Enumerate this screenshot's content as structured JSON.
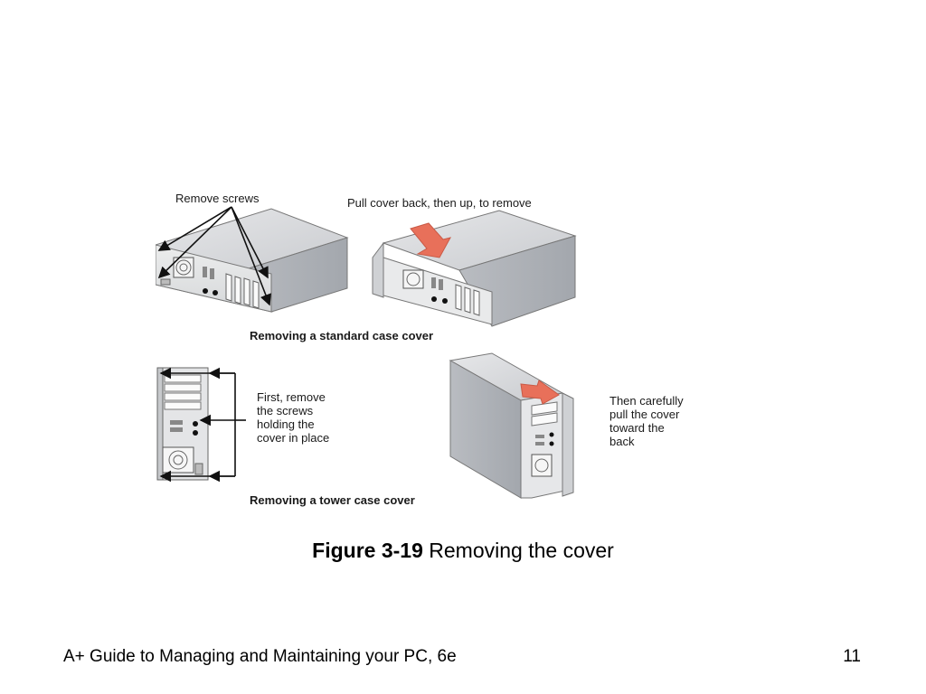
{
  "figure": {
    "labels": {
      "remove_screws": "Remove screws",
      "pull_cover": "Pull cover back, then up, to remove",
      "standard_caption": "Removing a standard case cover",
      "first_remove": [
        "First, remove",
        "the screws",
        "holding the",
        "cover in place"
      ],
      "then_carefully": [
        "Then carefully",
        "pull the cover",
        "toward the",
        "back"
      ],
      "tower_caption": "Removing a tower case cover"
    },
    "arrow_color": "#e8705a"
  },
  "caption": {
    "number": "Figure 3-19",
    "text": "Removing the cover"
  },
  "footer": {
    "book_title": "A+ Guide to Managing and Maintaining your PC, 6e",
    "page_number": "11"
  }
}
